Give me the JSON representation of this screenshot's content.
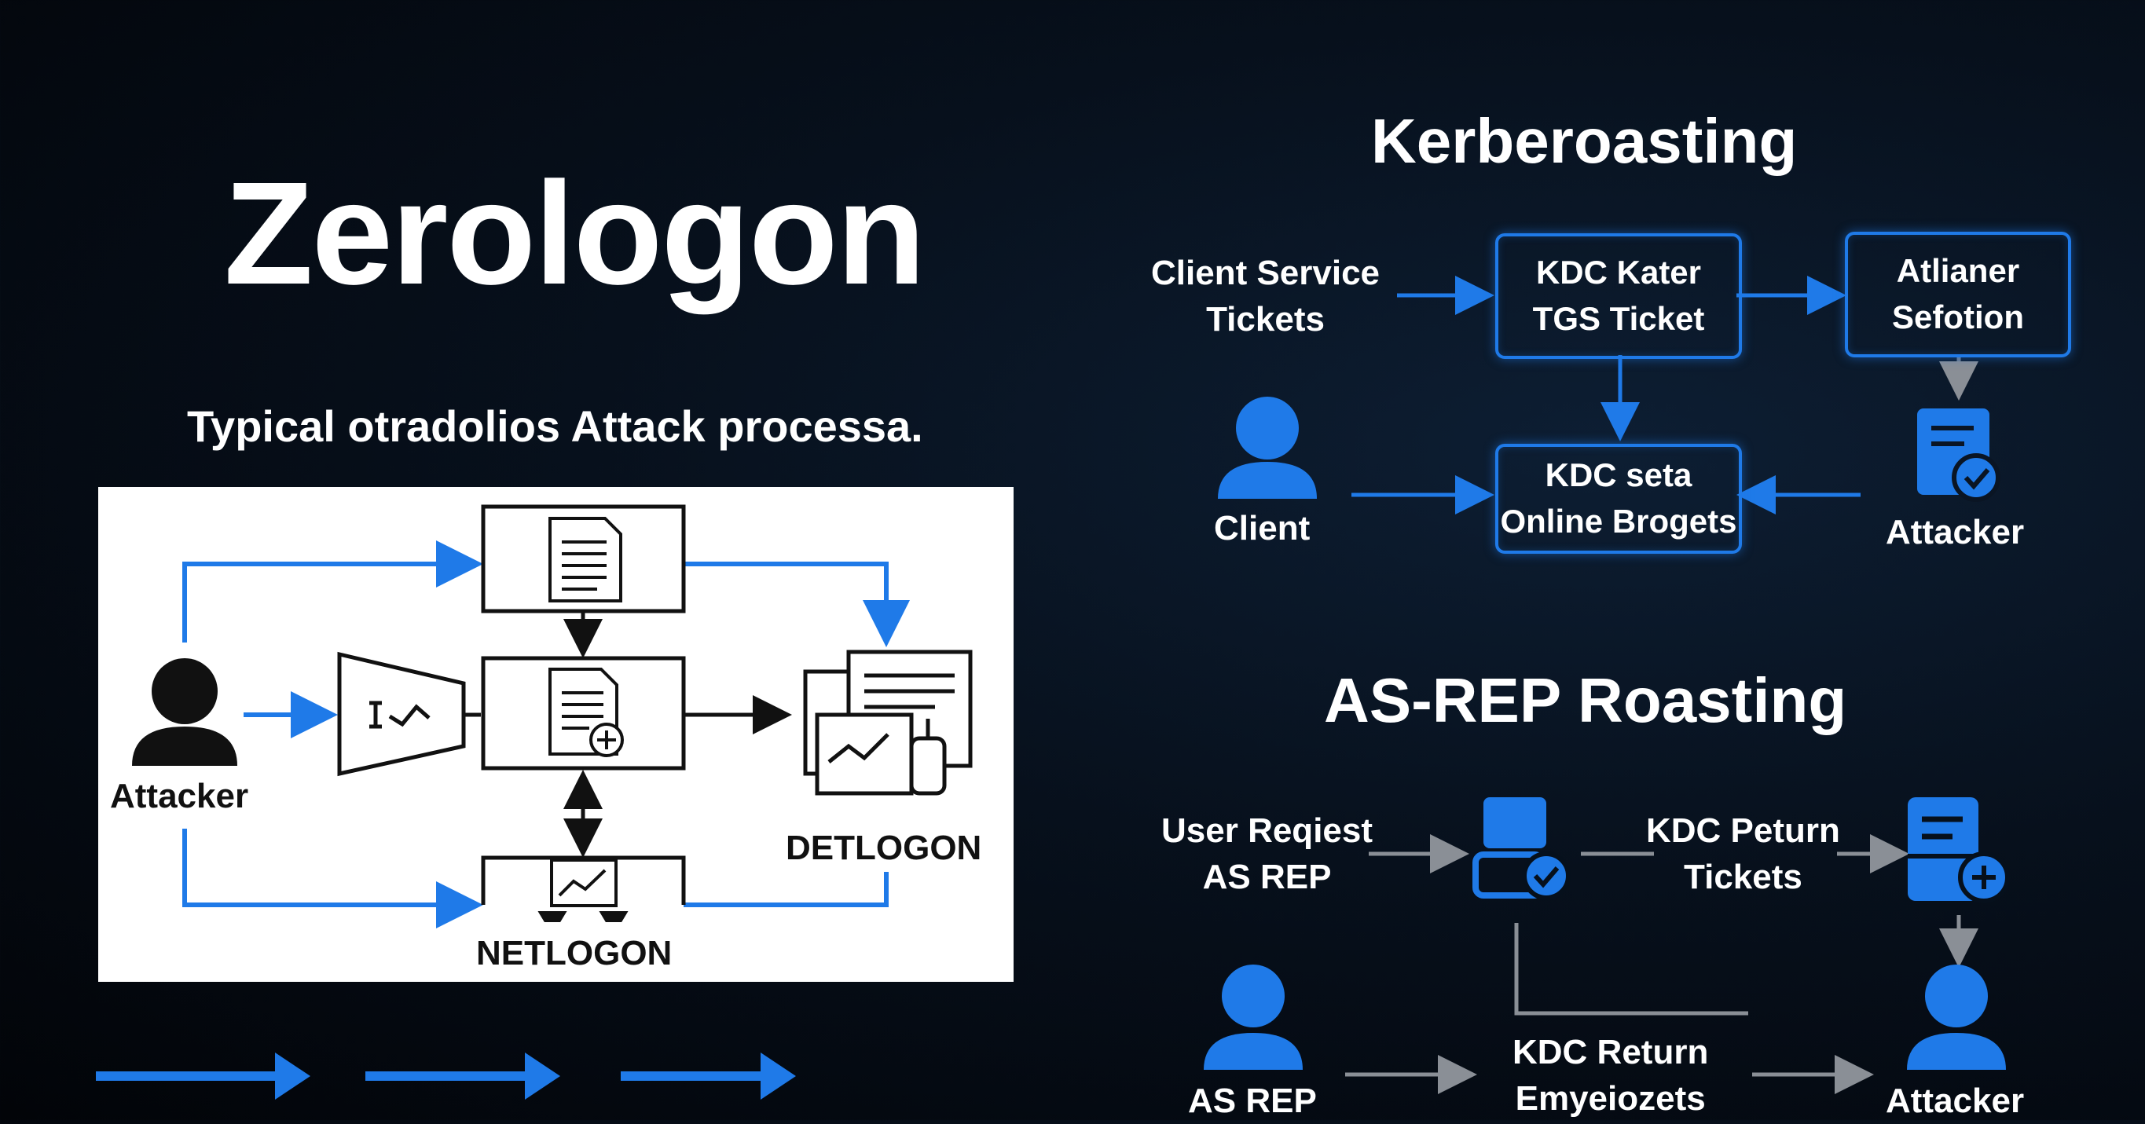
{
  "zerologon": {
    "title": "Zerologon",
    "subtitle": "Typical otradolios Attack processa.",
    "attacker_label": "Attacker",
    "detlogon_label": "DETLOGON",
    "netlogon_label": "NETLOGON"
  },
  "kerberoasting": {
    "title": "Kerberoasting",
    "client_service_tickets": "Client Service\nTickets",
    "kdc_tgs_box": "KDC Kater\nTGS Ticket",
    "attacker_box": "Atlianer\nSefotion",
    "client_label": "Client",
    "kdc_online_box": "KDC seta\nOnline Brogets",
    "attacker_label": "Attacker"
  },
  "asrep": {
    "title": "AS-REP Roasting",
    "user_request": "User Reqiest\nAS REP",
    "kdc_return_tickets": "KDC Peturn\nTickets",
    "as_rep_label": "AS REP",
    "kdc_return_emp": "KDC Return\nEmyeiozets",
    "attacker_label": "Attacker"
  },
  "colors": {
    "accent_blue": "#1f7ae8",
    "arrow_gray": "#8a8f96"
  },
  "icons": [
    "user-icon",
    "document-icon",
    "monitor-icon",
    "database-check-icon",
    "database-plus-icon"
  ]
}
